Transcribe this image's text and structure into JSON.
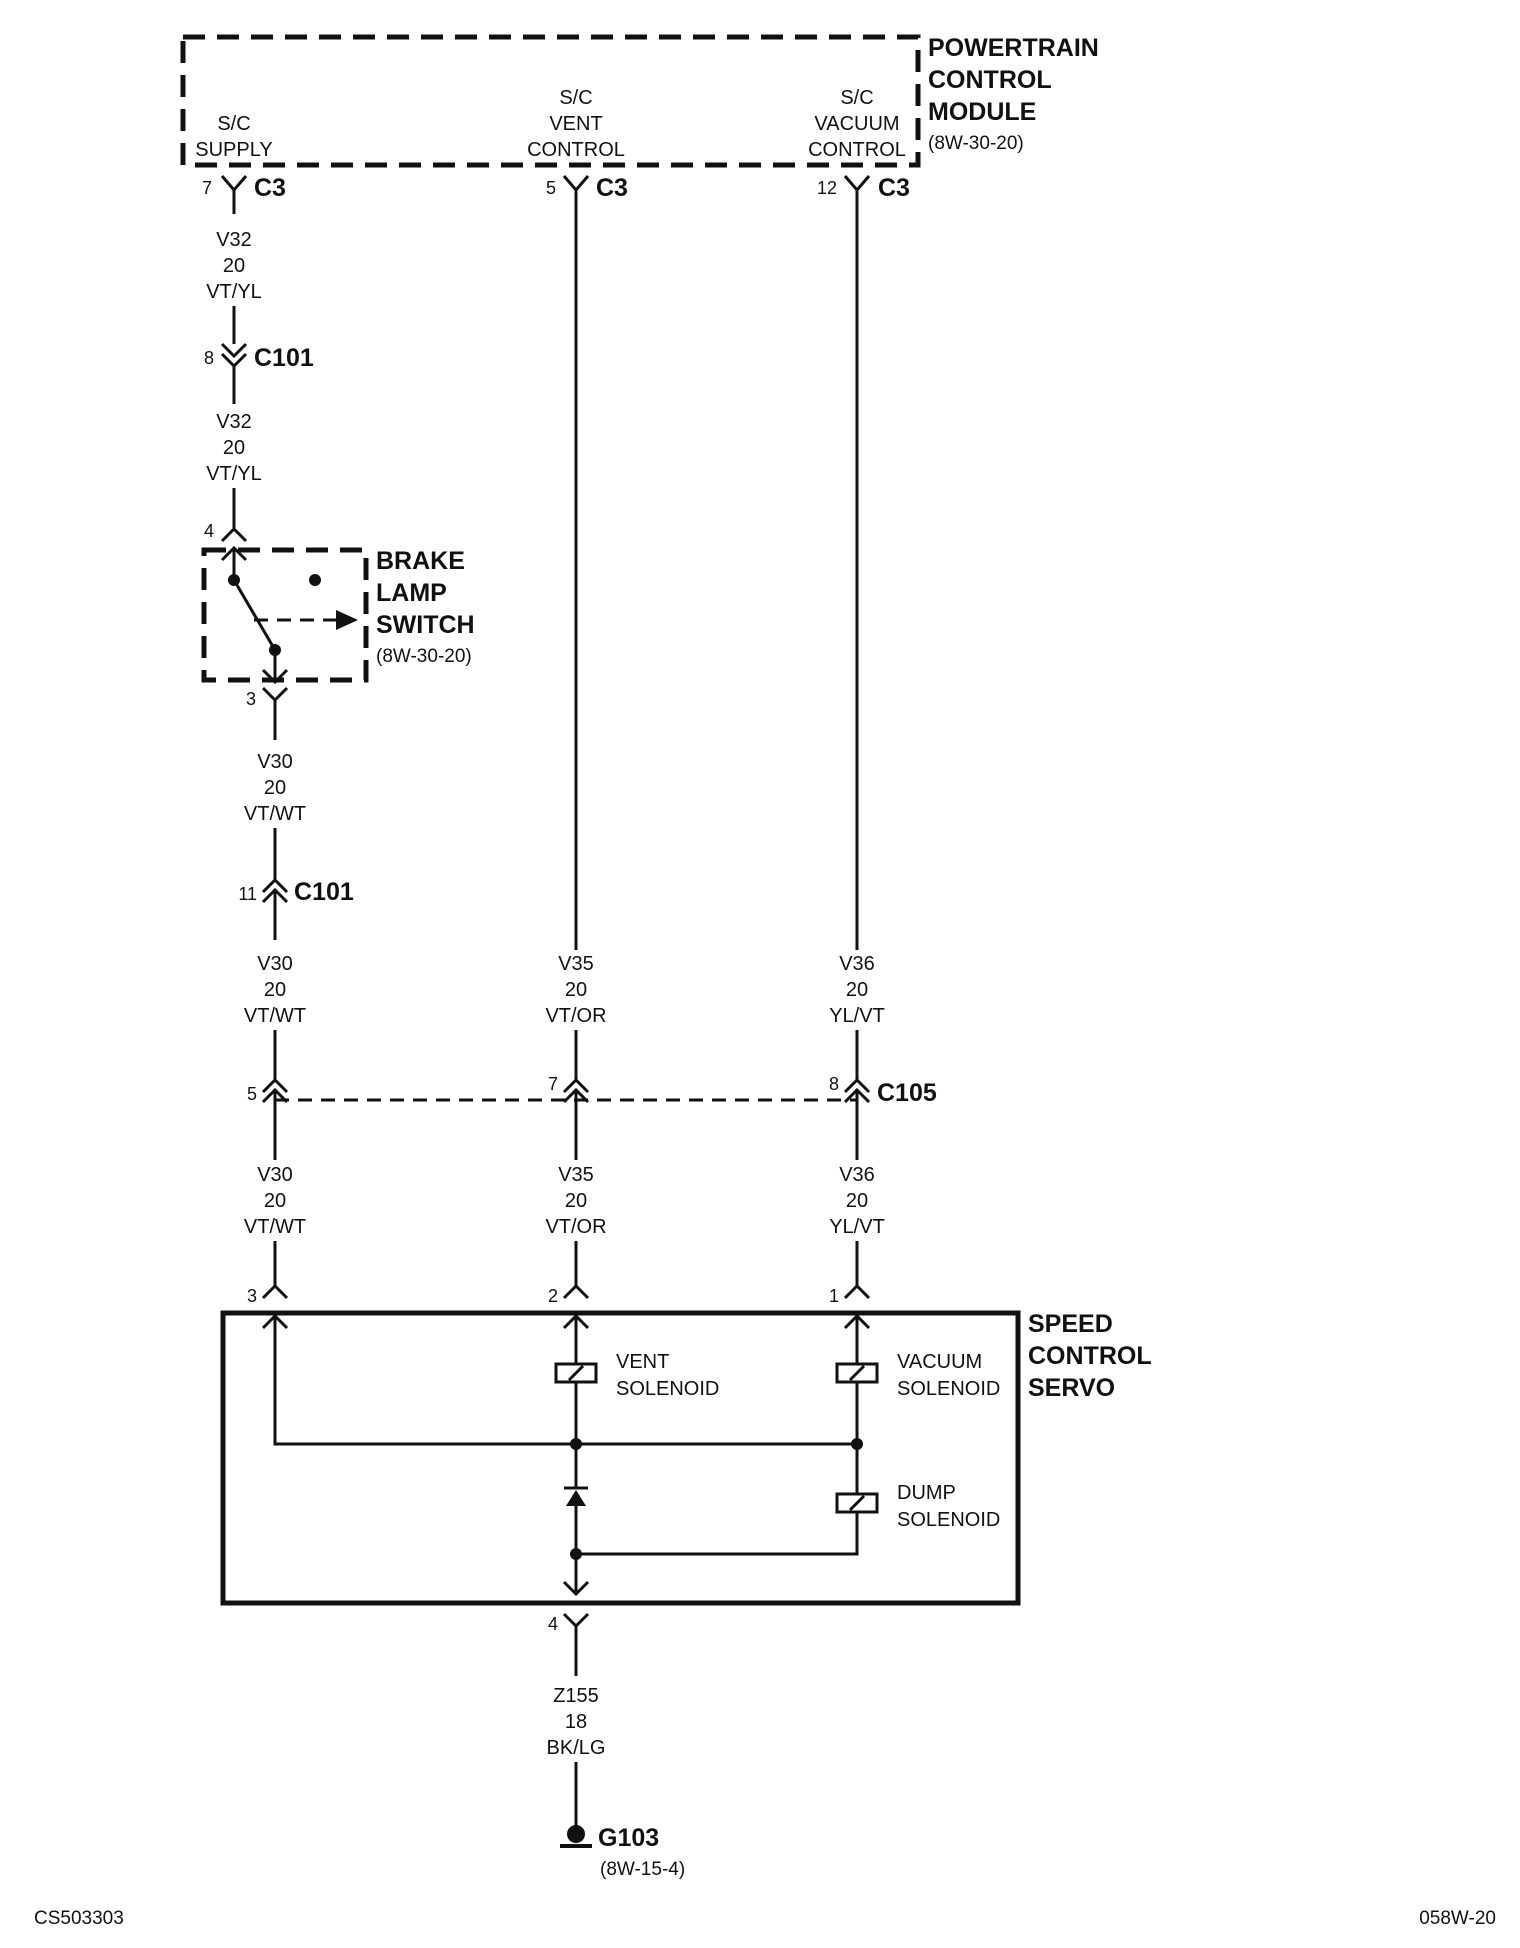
{
  "pcm": {
    "title_lines": [
      "POWERTRAIN",
      "CONTROL",
      "MODULE"
    ],
    "ref": "(8W-30-20)",
    "pins": [
      {
        "lines": [
          "S/C",
          "SUPPLY"
        ],
        "pin": "7",
        "conn": "C3"
      },
      {
        "lines": [
          "S/C",
          "VENT",
          "CONTROL"
        ],
        "pin": "5",
        "conn": "C3"
      },
      {
        "lines": [
          "S/C",
          "VACUUM",
          "CONTROL"
        ],
        "pin": "12",
        "conn": "C3"
      }
    ]
  },
  "wires": {
    "v32_a": [
      "V32",
      "20",
      "VT/YL"
    ],
    "v32_b": [
      "V32",
      "20",
      "VT/YL"
    ],
    "v30_a": [
      "V30",
      "20",
      "VT/WT"
    ],
    "v30_b": [
      "V30",
      "20",
      "VT/WT"
    ],
    "v30_c": [
      "V30",
      "20",
      "VT/WT"
    ],
    "v35_a": [
      "V35",
      "20",
      "VT/OR"
    ],
    "v35_b": [
      "V35",
      "20",
      "VT/OR"
    ],
    "v36_a": [
      "V36",
      "20",
      "YL/VT"
    ],
    "v36_b": [
      "V36",
      "20",
      "YL/VT"
    ],
    "z155": [
      "Z155",
      "18",
      "BK/LG"
    ]
  },
  "c101_top": {
    "pin": "8",
    "name": "C101"
  },
  "c101_bottom": {
    "pin": "11",
    "name": "C101"
  },
  "c105": {
    "name": "C105",
    "pins": [
      "5",
      "7",
      "8"
    ]
  },
  "brake_switch": {
    "title_lines": [
      "BRAKE",
      "LAMP",
      "SWITCH"
    ],
    "ref": "(8W-30-20)",
    "pin_in": "4",
    "pin_out": "3"
  },
  "servo": {
    "title_lines": [
      "SPEED",
      "CONTROL",
      "SERVO"
    ],
    "pins": [
      "3",
      "2",
      "1",
      "4"
    ],
    "vent_solenoid": [
      "VENT",
      "SOLENOID"
    ],
    "vacuum_solenoid": [
      "VACUUM",
      "SOLENOID"
    ],
    "dump_solenoid": [
      "DUMP",
      "SOLENOID"
    ]
  },
  "ground": {
    "name": "G103",
    "ref": "(8W-15-4)"
  },
  "footer": {
    "left": "CS503303",
    "right": "058W-20"
  }
}
